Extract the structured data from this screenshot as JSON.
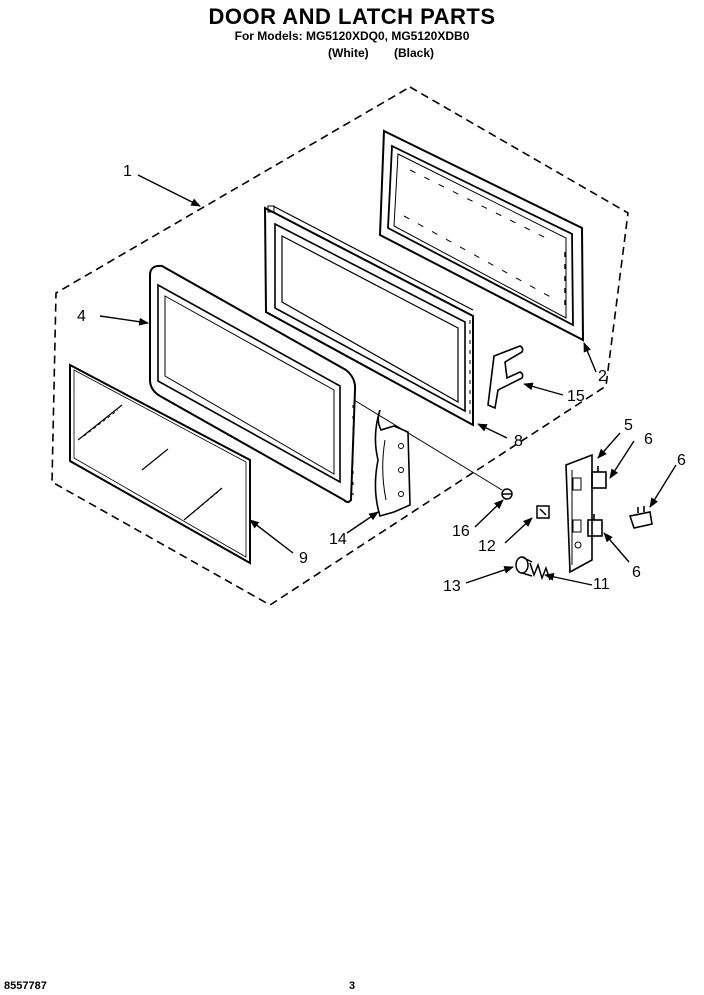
{
  "header": {
    "title": "DOOR AND LATCH PARTS",
    "models_line": "For Models: MG5120XDQ0, MG5120XDB0",
    "variant_white": "(White)",
    "variant_black": "(Black)"
  },
  "callouts": {
    "c1": "1",
    "c2": "2",
    "c4": "4",
    "c5": "5",
    "c6a": "6",
    "c6b": "6",
    "c6c": "6",
    "c8": "8",
    "c9": "9",
    "c11": "11",
    "c12": "12",
    "c13": "13",
    "c14": "14",
    "c15": "15",
    "c16": "16"
  },
  "footer": {
    "doc_number": "8557787",
    "page_number": "3"
  }
}
